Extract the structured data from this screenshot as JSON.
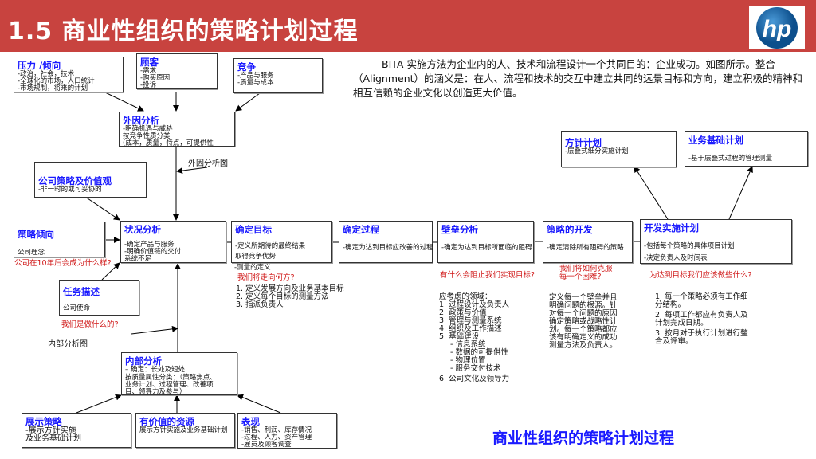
{
  "header": {
    "title": "1.5  商业性组织的策略计划过程",
    "logo": "hp"
  },
  "intro": "BITA 实施方法为企业内的人、技术和流程设计一个共同目的：企业成功。如图所示。整合（Alignment）的涵义是：在人、流程和技术的交互中建立共同的远景目标和方向，建立积极的精神和相互信赖的企业文化以创造更大价值。",
  "boxes": {
    "pressure": {
      "title": "压力  /倾向",
      "lines": [
        "-政治，社会，技术",
        "-全球化的市场，人口统计",
        "-市场规制，将来的计划"
      ]
    },
    "customer": {
      "title": "顾客",
      "lines": [
        "-需求",
        "-购买原因",
        "-投诉"
      ]
    },
    "competition": {
      "title": "竞争",
      "lines": [
        "-产品与服务",
        "-质量与成本"
      ]
    },
    "external": {
      "title": "外因分析",
      "lines": [
        "-明确机遇与威胁",
        "按竞争性质分类",
        "(成本，质量，特点，可提供性"
      ]
    },
    "values": {
      "title": "公司策略及价值观",
      "lines": [
        "-非一时的或可妥协的"
      ]
    },
    "orientation": {
      "title": "策略倾向",
      "lines": [
        "公司理念"
      ]
    },
    "situation": {
      "title": "状况分析",
      "lines": [
        "-确定产品与服务",
        "-明确价值链的交付",
        "系统不足"
      ]
    },
    "mission": {
      "title": "任务描述",
      "lines": [
        "公司使命"
      ]
    },
    "internal": {
      "title": "内部分析",
      "lines": [
        "– 确定：长处及短处",
        "按质量属性分类：（策略焦点、",
        "业务计划、过程管理、改善项",
        "目、领导力及参与）"
      ]
    },
    "show": {
      "title": "展示策略",
      "lines": [
        "-展示方针实施",
        "及业务基础计划"
      ]
    },
    "resources": {
      "title": "有价值的资源",
      "lines": [
        "展示方针实施及业务基础计划"
      ]
    },
    "performance": {
      "title": "表现",
      "lines": [
        "-销售、利润、库存情况",
        "-过程、人力、资产管理",
        "-雇员及顾客调查"
      ]
    },
    "goal": {
      "title": "确定目标",
      "lines": [
        "-定义所期待的最终结果",
        "取得竞争优势"
      ]
    },
    "process": {
      "title": "确定过程",
      "lines": [
        "-确定为达到目标应改善的过程"
      ]
    },
    "barrier": {
      "title": "壁垒分析",
      "lines": [
        "-确定为达到目标所面临的阻碍"
      ]
    },
    "develop": {
      "title": "策略的开发",
      "lines": [
        "-确定清除所有阻碍的策略"
      ]
    },
    "implement": {
      "title": "开发实施计划",
      "lines": [
        "-包括每个策略的具体项目计划",
        "-决定负责人及时间表"
      ]
    },
    "policy": {
      "title": "方针计划",
      "lines": [
        "-层叠式细分实施计划"
      ]
    },
    "business": {
      "title": "业务基础计划",
      "lines": [
        "-基于层叠式过程的管理测量"
      ]
    }
  },
  "labels": {
    "external_chart": "外因分析图",
    "internal_chart": "内部分析图",
    "measure_def": "-测量的定义"
  },
  "questions": {
    "ten_years": "公司在10年后会成为什么样?",
    "what_do": "我们是做什么的?",
    "where": "我们将走向何方?",
    "stop": "有什么会阻止我们实现目标?",
    "overcome": "我们将如何克服每一个困难?",
    "todo": "为达到目标我们应该做些什么?"
  },
  "lists": {
    "goal": [
      "1. 定义发展方向及业务基本目标",
      "2. 定义每个目标的测量方法",
      "3. 指派负责人"
    ],
    "areas": [
      "应考虑的领域：",
      "1. 过程设计及负责人",
      "2. 政策与价值",
      "3. 管理与测量系统",
      "4. 组织及工作描述",
      "5. 基础建设",
      "   - 信息系统",
      "   - 数据的可提供性",
      "   - 物理位置",
      "   - 服务交付技术",
      "6. 公司文化及领导力"
    ],
    "barrier_def": [
      "定义每一个壁垒并且",
      "明确问题的根源。针",
      "对每一个问题的原因",
      "确定策略或战略性计",
      "划。每一个策略都应",
      "该有明确定义的成功",
      "测量方法及负责人。"
    ],
    "plan": [
      "1. 每一个策略必须有工作细",
      "分结构。",
      "2. 每项工作都应有负责人及",
      "计划完成日期。",
      "3. 按月对于执行计划进行整",
      "合及评审。"
    ]
  },
  "bottom_title": "商业性组织的策略计划过程",
  "colors": {
    "header": "#c8433f",
    "box_title": "#1a1aff",
    "question": "#d01818"
  }
}
